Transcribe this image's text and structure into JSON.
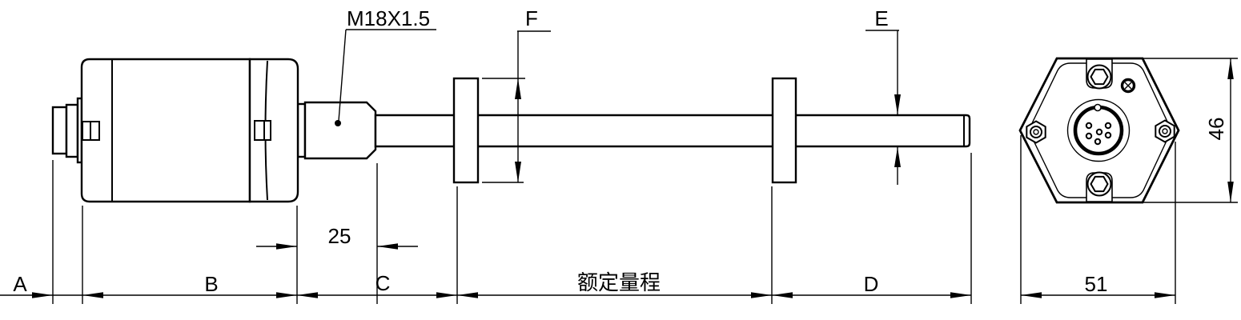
{
  "drawing": {
    "labels": {
      "thread": "M18X1.5",
      "f": "F",
      "e": "E",
      "bushing_length": "25",
      "a": "A",
      "b": "B",
      "c": "C",
      "d": "D",
      "rated_stroke": "额定量程",
      "hex_across_points": "51",
      "hex_across_flats": "46"
    },
    "colors": {
      "line": "#000000",
      "background": "#ffffff"
    }
  }
}
